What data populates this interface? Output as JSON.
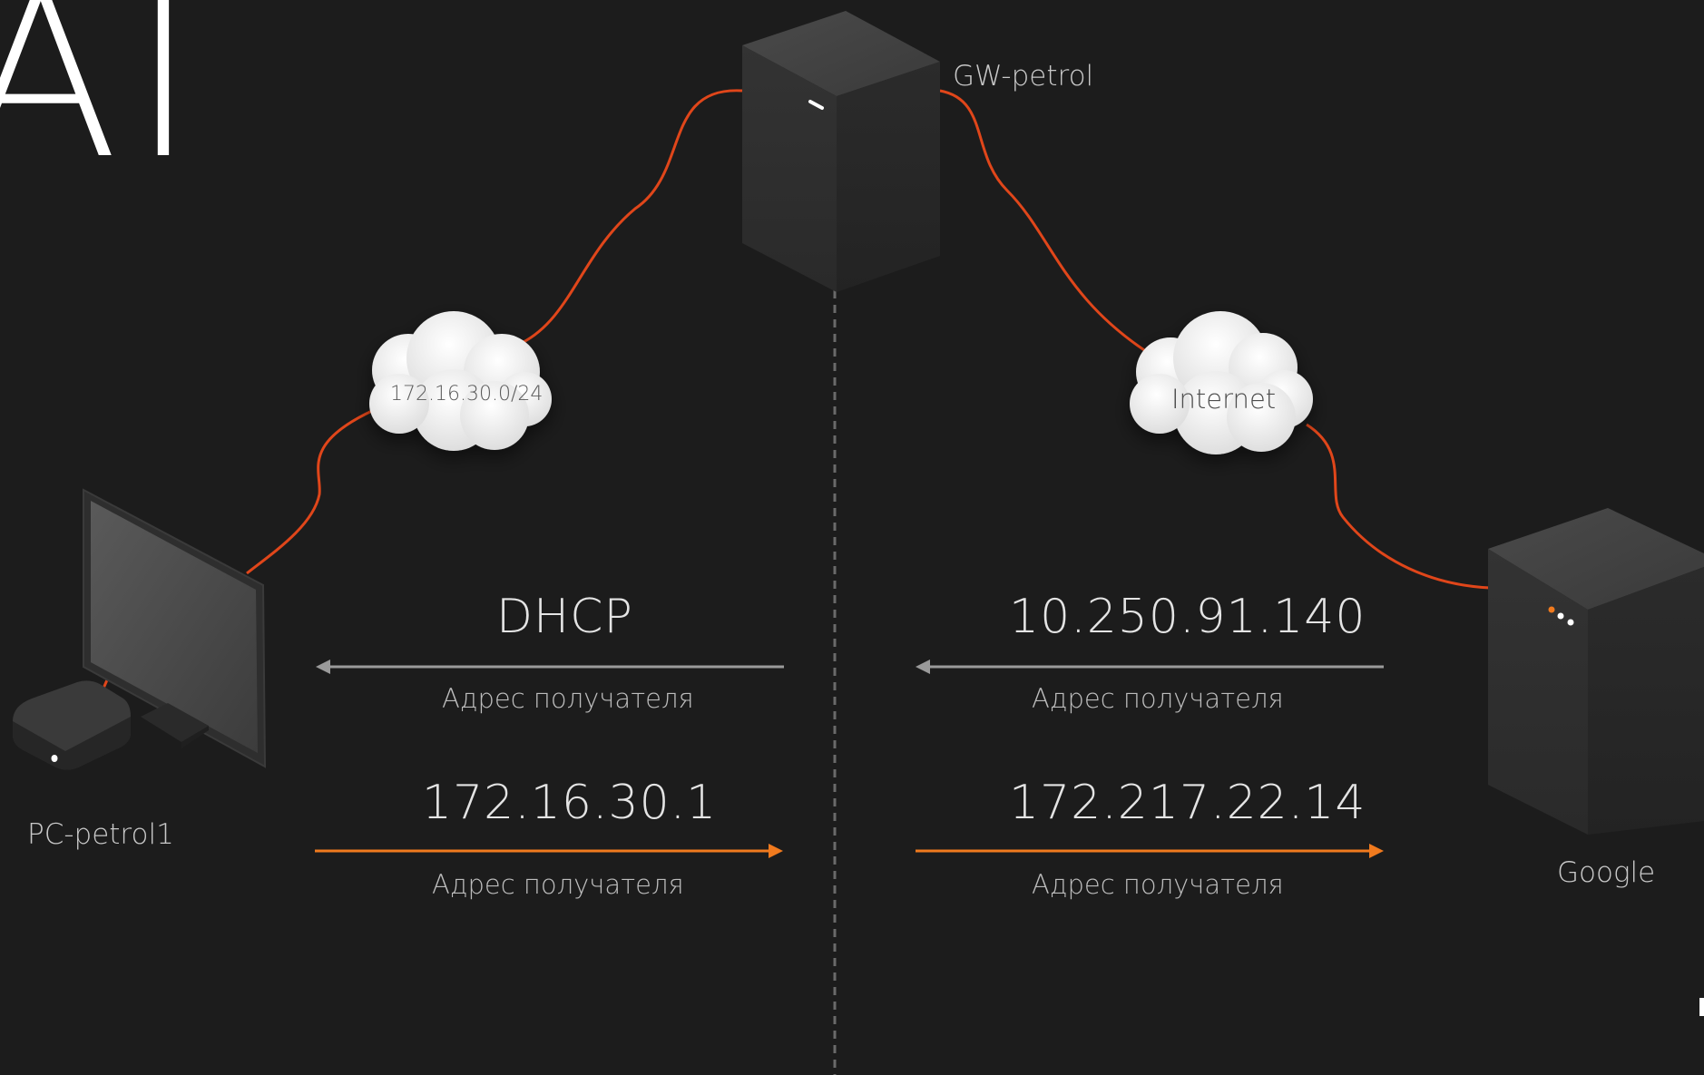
{
  "title": "AT",
  "nodes": {
    "gateway": "GW-petrol",
    "pc": "PC-petrol1",
    "server": "Google"
  },
  "clouds": {
    "lan": "172.16.30.0/24",
    "wan": "Internet"
  },
  "left_side": {
    "incoming_addr": "DHCP",
    "incoming_sub": "Адрес получателя",
    "outgoing_addr": "172.16.30.1",
    "outgoing_sub": "Адрес получателя"
  },
  "right_side": {
    "incoming_addr": "10.250.91.140",
    "incoming_sub": "Адрес получателя",
    "outgoing_addr": "172.217.22.14",
    "outgoing_sub": "Адрес получателя"
  },
  "colors": {
    "background": "#1c1c1c",
    "cable": "#e0461a",
    "arrow_in": "#9a9a9a",
    "arrow_out": "#f07a1e",
    "cloud": "#ececec"
  }
}
